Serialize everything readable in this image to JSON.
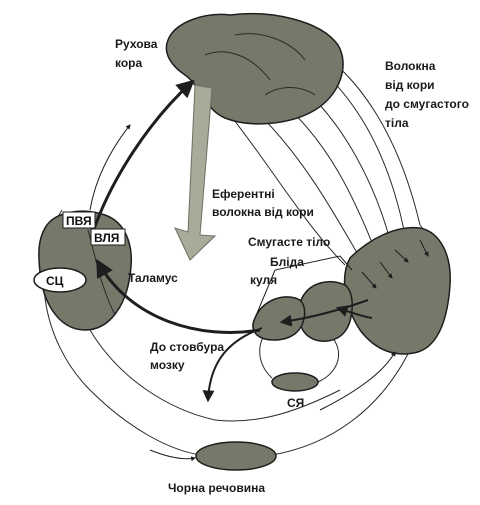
{
  "labels": {
    "motor_cortex_line1": "Рухова",
    "motor_cortex_line2": "кора",
    "fibers_line1": "Волокна",
    "fibers_line2": "від кори",
    "fibers_line3": "до смугастого",
    "fibers_line4": "тіла",
    "efferent_line1": "Еферентні",
    "efferent_line2": "волокна від кори",
    "striatum": "Смугасте тіло",
    "pallidum_line1": "Бліда",
    "pallidum_line2": "куля",
    "thalamus": "Таламус",
    "to_brainstem_line1": "До стовбура",
    "to_brainstem_line2": "мозку",
    "stn": "СЯ",
    "substantia_nigra": "Чорна речовина",
    "vpl": "ПВЯ",
    "vl": "ВЛЯ",
    "cm": "СЦ"
  },
  "colors": {
    "structure_fill": "#76786a",
    "structure_dark": "#55574c",
    "outline": "#1e1e1e",
    "efferent_arrow": "#a7ab9a",
    "background": "#ffffff"
  }
}
